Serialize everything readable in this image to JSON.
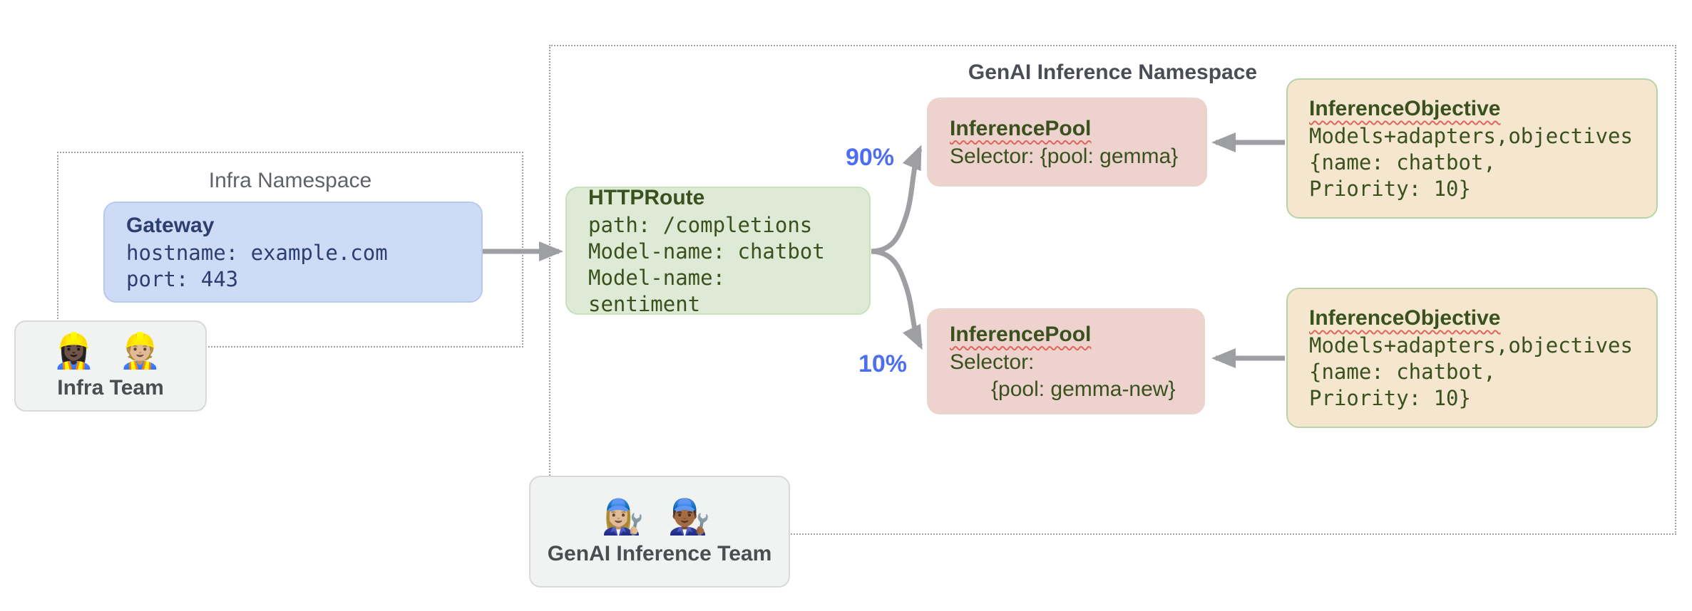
{
  "namespaces": {
    "infra": {
      "title": "Infra Namespace"
    },
    "genai": {
      "title": "GenAI Inference Namespace"
    }
  },
  "nodes": {
    "gateway": {
      "title": "Gateway",
      "lines": [
        "hostname: example.com",
        "port: 443"
      ]
    },
    "httproute": {
      "title": "HTTPRoute",
      "lines": [
        "path: /completions",
        "Model-name: chatbot",
        "Model-name: sentiment"
      ]
    },
    "pool1": {
      "title": "InferencePool",
      "lines": [
        "Selector: {pool: gemma}"
      ]
    },
    "pool2": {
      "title": "InferencePool",
      "lines": [
        "Selector:",
        "{pool: gemma-new}"
      ]
    },
    "objective1": {
      "title": "InferenceObjective",
      "lines": [
        "Models+adapters,objectives",
        "{name: chatbot,",
        "Priority: 10}"
      ]
    },
    "objective2": {
      "title": "InferenceObjective",
      "lines": [
        "Models+adapters,objectives",
        "{name: chatbot,",
        "Priority: 10}"
      ]
    }
  },
  "labels": {
    "split_high": "90%",
    "split_low": "10%"
  },
  "teams": {
    "infra": {
      "emojis": "👷🏿‍♀️ 👷🏼",
      "label": "Infra Team"
    },
    "genai": {
      "emojis": "👩🏼‍🔧 👨🏾‍🔧",
      "label": "GenAI Inference Team"
    }
  },
  "colors": {
    "gateway_fill": "#cedbf6",
    "gateway_text": "#2c3e70",
    "httproute_fill": "#dfead6",
    "pool_fill": "#eed2ce",
    "objective_fill": "#f5e6d0",
    "objective_border": "#b9d2a8",
    "green_text": "#38511d",
    "percent_blue": "#4e6ef2",
    "arrow_gray": "#9d9fa2",
    "squiggle_red": "#e0655a"
  }
}
